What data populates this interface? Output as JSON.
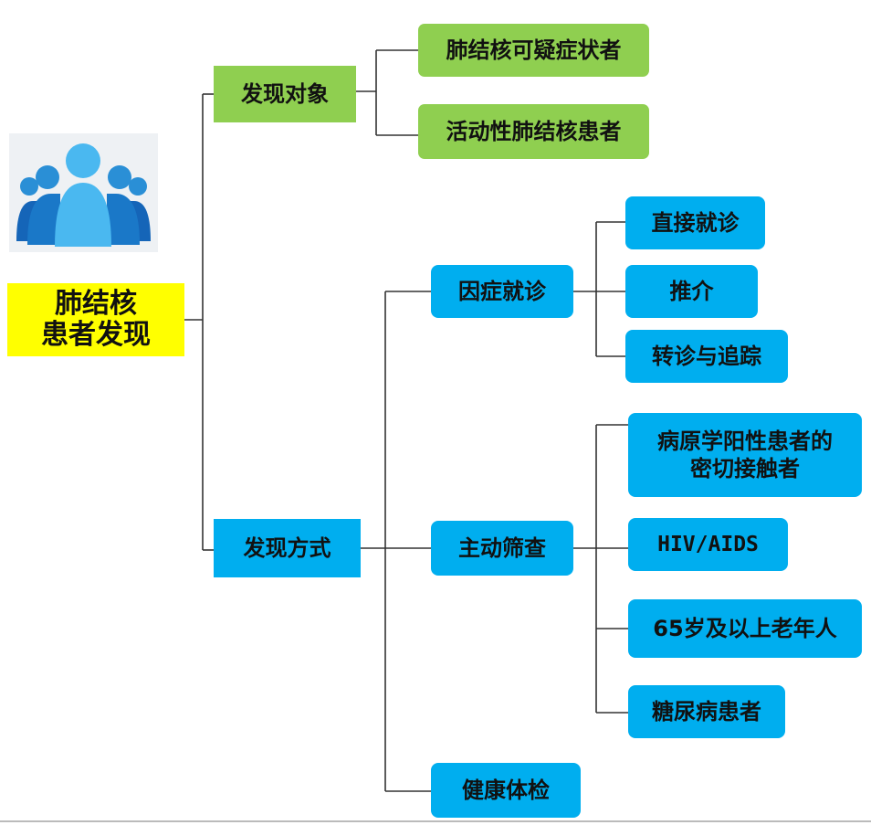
{
  "root": {
    "label": "肺结核\n患者发现"
  },
  "branches": {
    "objects": {
      "label": "发现对象",
      "items": [
        "肺结核可疑症状者",
        "活动性肺结核患者"
      ]
    },
    "methods": {
      "label": "发现方式",
      "symptom_visit": {
        "label": "因症就诊",
        "items": [
          "直接就诊",
          "推介",
          "转诊与追踪"
        ]
      },
      "active_screening": {
        "label": "主动筛查",
        "items": [
          "病原学阳性患者的\n密切接触者",
          "HIV/AIDS",
          "65岁及以上老年人",
          "糖尿病患者"
        ]
      },
      "health_check": {
        "label": "健康体检"
      }
    }
  },
  "icon": {
    "name": "people-group-icon",
    "colors": [
      "#4ab8f0",
      "#2a8fd6",
      "#1565b8"
    ]
  },
  "colors": {
    "green": "#8fcf50",
    "blue": "#00aeef",
    "yellow": "#ffff00",
    "line": "#333333"
  }
}
